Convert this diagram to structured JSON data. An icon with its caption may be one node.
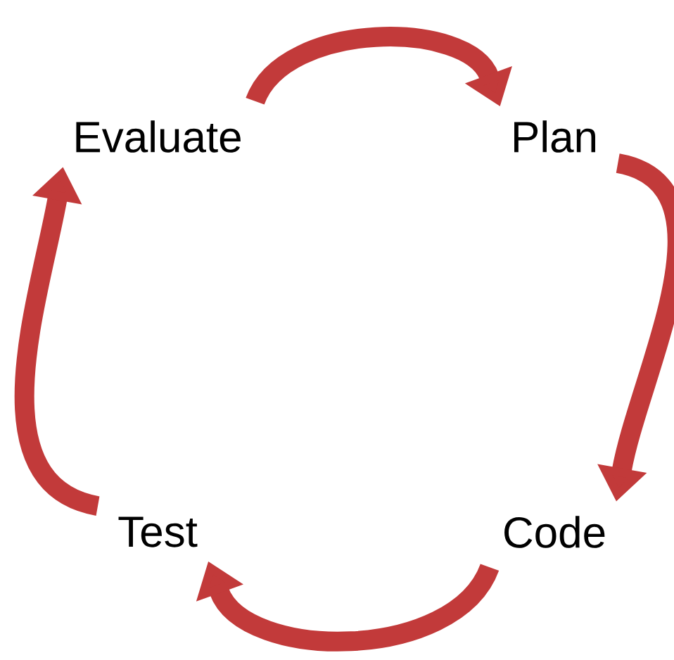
{
  "diagram": {
    "nodes": [
      {
        "text": [
          "Evaluate"
        ]
      },
      {
        "text": [
          "Plan"
        ]
      },
      {
        "text": [
          "Code"
        ]
      },
      {
        "text": [
          "Test"
        ]
      }
    ],
    "edges": [
      {
        "from": 0,
        "to": 1,
        "arrow": "to"
      },
      {
        "from": 1,
        "to": 2,
        "arrow": "to"
      },
      {
        "from": 2,
        "to": 3,
        "arrow": "to"
      },
      {
        "from": 3,
        "to": 0,
        "arrow": "to"
      }
    ]
  }
}
